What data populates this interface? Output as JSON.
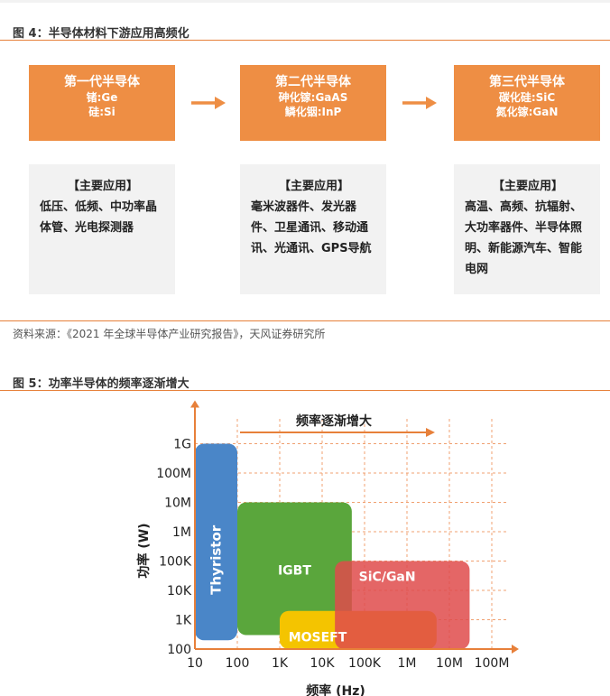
{
  "figure4": {
    "title": "图 4：半导体材料下游应用高频化",
    "generations": [
      {
        "name": "第一代半导体",
        "lines": [
          "锗:Ge",
          "硅:Si"
        ],
        "apps_header": "【主要应用】",
        "apps": "低压、低频、中功率晶体管、光电探测器"
      },
      {
        "name": "第二代半导体",
        "lines": [
          "砷化镓:GaAS",
          "鳞化铟:InP"
        ],
        "apps_header": "【主要应用】",
        "apps": "毫米波器件、发光器件、卫星通讯、移动通讯、光通讯、GPS导航"
      },
      {
        "name": "第三代半导体",
        "lines": [
          "碳化硅:SiC",
          "氮化镓:GaN"
        ],
        "apps_header": "【主要应用】",
        "apps": "高温、高频、抗辐射、大功率器件、半导体照明、新能源汽车、智能电网"
      }
    ],
    "source": "资料来源：《2021 年全球半导体产业研究报告》，天风证券研究所"
  },
  "figure5": {
    "title": "图 5：功率半导体的频率逐渐增大",
    "chart_data": {
      "type": "region",
      "annotation": "频率逐渐增大",
      "xlabel": "频率 (Hz)",
      "ylabel": "功率 (W)",
      "x_ticks": [
        "10",
        "100",
        "1K",
        "10K",
        "100K",
        "1M",
        "10M",
        "100M"
      ],
      "y_ticks": [
        "100",
        "1K",
        "10K",
        "100K",
        "1M",
        "10M",
        "100M",
        "1G"
      ],
      "x_scale": "log",
      "y_scale": "log",
      "grid": true,
      "regions": [
        {
          "name": "Thyristor",
          "color": "#4a86c8",
          "x_range": [
            10,
            100
          ],
          "y_range": [
            200,
            1000000000
          ]
        },
        {
          "name": "IGBT",
          "color": "#5aa63c",
          "x_range": [
            100,
            50000
          ],
          "y_range": [
            300,
            10000000
          ]
        },
        {
          "name": "MOSEFT",
          "color": "#f4c400",
          "x_range": [
            1000,
            5000000
          ],
          "y_range": [
            100,
            2000
          ]
        },
        {
          "name": "SiC/GaN",
          "color": "#df4b4b",
          "x_range": [
            20000,
            30000000
          ],
          "y_range": [
            100,
            100000
          ]
        }
      ]
    }
  }
}
